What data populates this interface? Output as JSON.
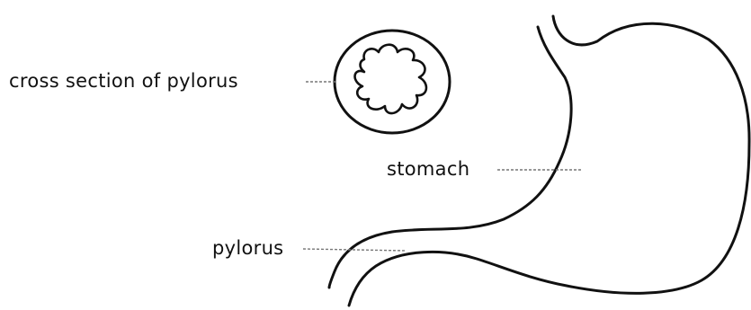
{
  "labels": {
    "cross_section": "cross section of pylorus",
    "stomach": "stomach",
    "pylorus": "pylorus"
  },
  "colors": {
    "stroke": "#111111",
    "leader": "#777777",
    "background": "#ffffff"
  }
}
